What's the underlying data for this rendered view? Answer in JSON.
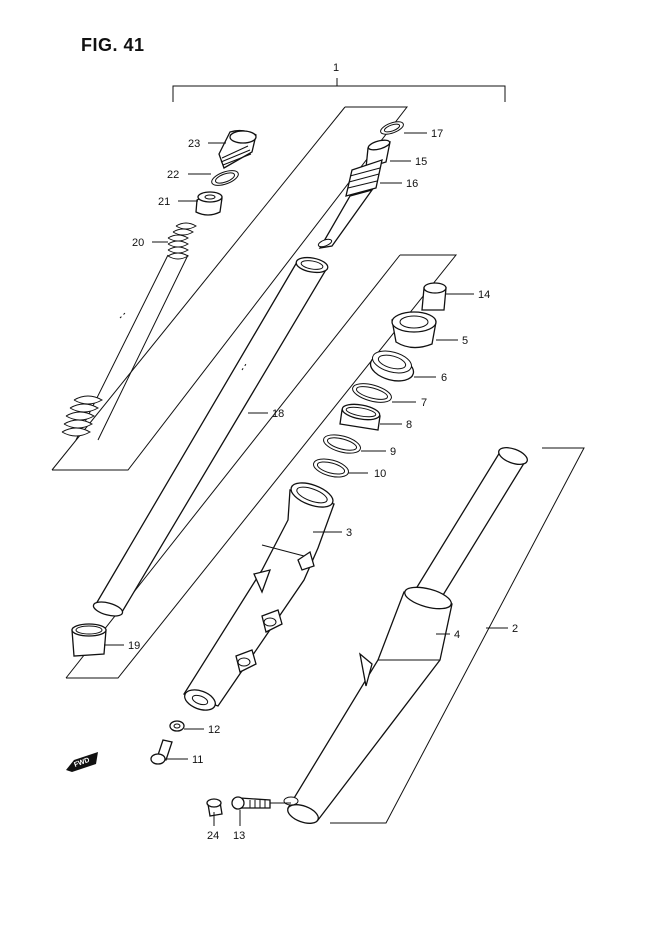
{
  "figure": {
    "title": "FIG. 41"
  },
  "callouts": [
    "1",
    "2",
    "3",
    "4",
    "5",
    "6",
    "7",
    "8",
    "9",
    "10",
    "11",
    "12",
    "13",
    "14",
    "15",
    "16",
    "17",
    "18",
    "19",
    "20",
    "21",
    "22",
    "23",
    "24"
  ],
  "fwd_label": "FWD"
}
